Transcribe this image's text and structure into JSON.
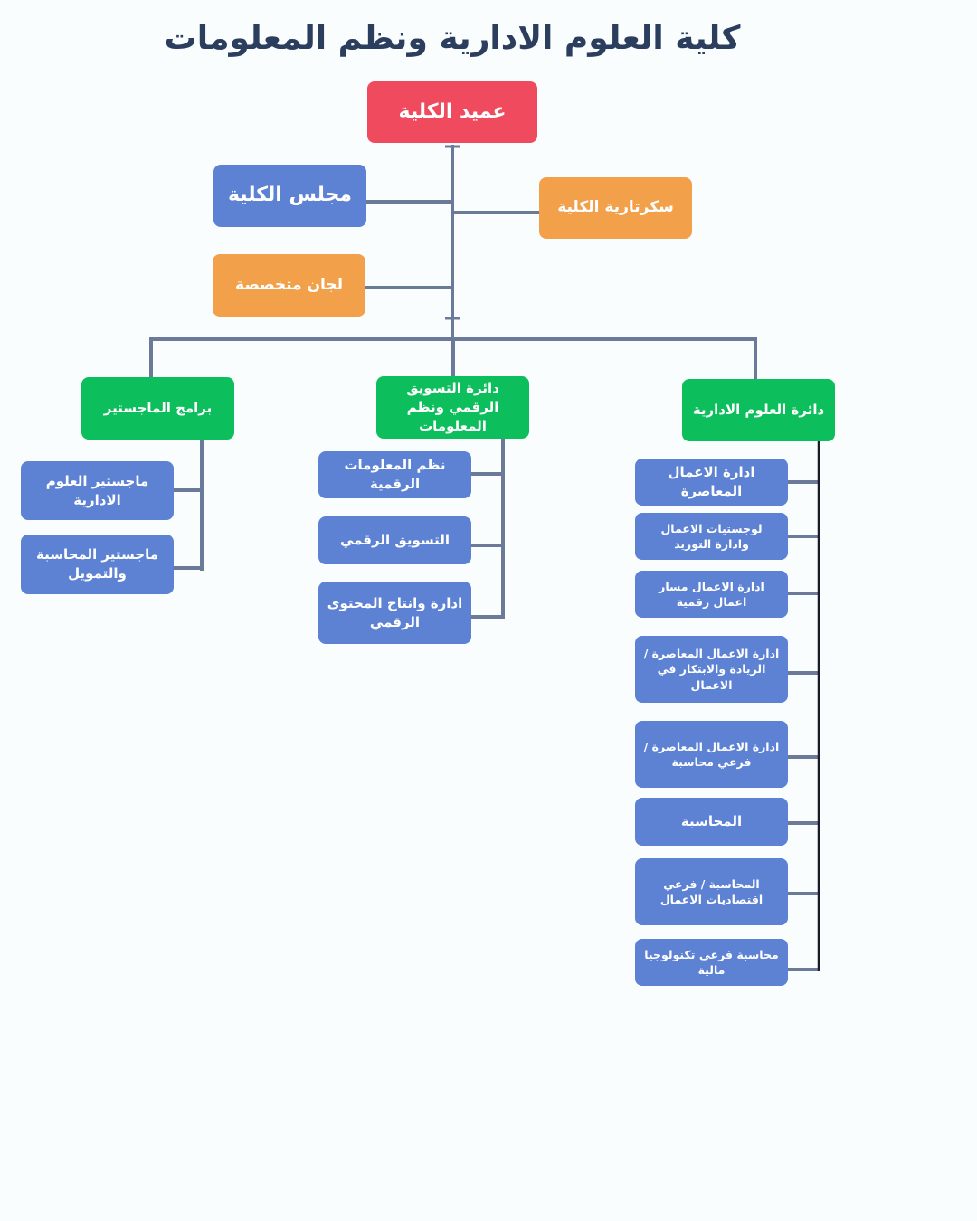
{
  "title": "كلية العلوم الادارية ونظم المعلومات",
  "colors": {
    "dean": "#f04a5f",
    "support": "#f2a04a",
    "department": "#0dbf5c",
    "program": "#5d82d3",
    "connector": "#6b7a99"
  },
  "dean": "عميد الكلية",
  "council": "مجلس الكلية",
  "secretariat": "سكرتارية الكلية",
  "committees": "لجان متخصصة",
  "departments": {
    "masters": "برامج الماجستير",
    "marketing": "دائرة التسويق الرقمي ونظم المعلومات",
    "admin": "دائرة العلوم الادارية"
  },
  "masters_programs": [
    "ماجستير العلوم الادارية",
    "ماجستير المحاسبة والتمويل"
  ],
  "marketing_programs": [
    "نظم المعلومات الرقمية",
    "التسويق الرقمي",
    "ادارة وانتاج المحتوى الرقمي"
  ],
  "admin_programs": [
    "ادارة الاعمال المعاصرة",
    "لوجستيات الاعمال وادارة التوريد",
    "ادارة الاعمال مسار اعمال رقمية",
    "ادارة الاعمال المعاصرة /الريادة والابتكار في الاعمال",
    "ادارة الاعمال المعاصرة / فرعي محاسبة",
    "المحاسبة",
    "المحاسبة / فرعي اقتصاديات الاعمال",
    "محاسبة فرعي تكنولوجيا مالية"
  ]
}
